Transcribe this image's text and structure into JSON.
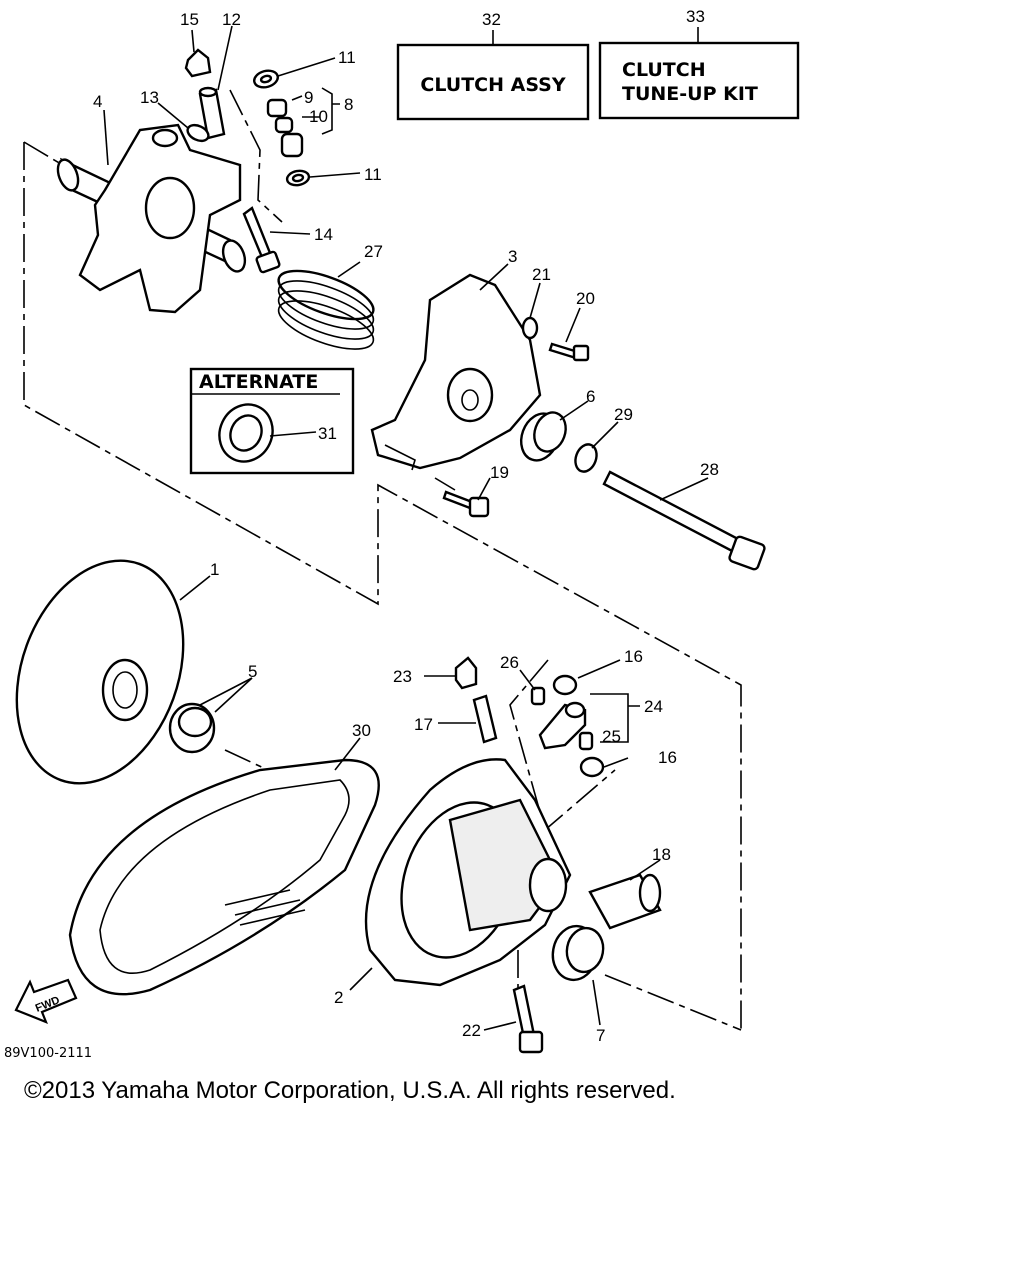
{
  "part_labels": {
    "p1": "1",
    "p2": "2",
    "p3": "3",
    "p4": "4",
    "p5": "5",
    "p6": "6",
    "p7": "7",
    "p8": "8",
    "p9": "9",
    "p10": "10",
    "p11a": "11",
    "p11b": "11",
    "p12": "12",
    "p13": "13",
    "p14": "14",
    "p15": "15",
    "p16a": "16",
    "p16b": "16",
    "p17": "17",
    "p18": "18",
    "p19": "19",
    "p20": "20",
    "p21": "21",
    "p22": "22",
    "p23": "23",
    "p24": "24",
    "p25": "25",
    "p26": "26",
    "p27": "27",
    "p28": "28",
    "p29": "29",
    "p30": "30",
    "p31": "31",
    "p32": "32",
    "p33": "33"
  },
  "boxes": {
    "clutch_assy": "CLUTCH ASSY",
    "clutch_tuneup_line1": "CLUTCH",
    "clutch_tuneup_line2": "TUNE-UP KIT",
    "alternate": "ALTERNATE"
  },
  "fwd_arrow": "FWD",
  "diagram_code": "89V100-2111",
  "copyright": "©2013 Yamaha Motor Corporation, U.S.A. All rights reserved."
}
